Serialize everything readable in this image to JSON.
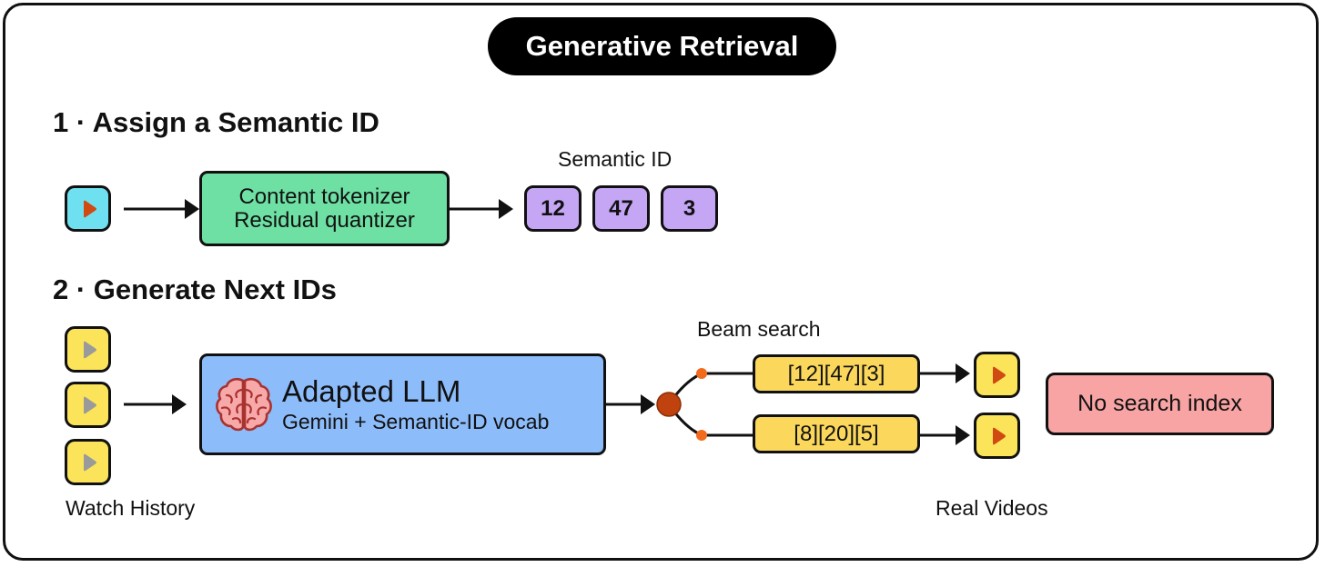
{
  "title": "Generative Retrieval",
  "section1": {
    "heading": "1 · Assign a Semantic ID",
    "tokenizer_line1": "Content tokenizer",
    "tokenizer_line2": "Residual quantizer",
    "semantic_id_label": "Semantic ID",
    "semantic_id": [
      "12",
      "47",
      "3"
    ]
  },
  "section2": {
    "heading": "2 · Generate Next IDs",
    "llm_title": "Adapted LLM",
    "llm_subtitle": "Gemini + Semantic-ID vocab",
    "beam_label": "Beam search",
    "beams": [
      "[12][47][3]",
      "[8][20][5]"
    ],
    "watch_history_label": "Watch History",
    "real_videos_label": "Real Videos",
    "no_index_label": "No search index"
  },
  "icons": {
    "input_video": "video-play-icon",
    "history": "video-play-icon",
    "output": "video-play-icon",
    "llm": "brain-icon"
  },
  "colors": {
    "tokenizer": "#6ee0a4",
    "semantic_chip": "#c4a6f5",
    "llm": "#8dbcfa",
    "beam": "#fbd85c",
    "no_index": "#f8a4a4",
    "input_video": "#6fe0ef",
    "history_video": "#fbe45a",
    "play_accent": "#d04a12",
    "play_gray": "#9a9a9a",
    "beam_node": "#c0420e",
    "beam_leaf": "#f26a1b"
  }
}
